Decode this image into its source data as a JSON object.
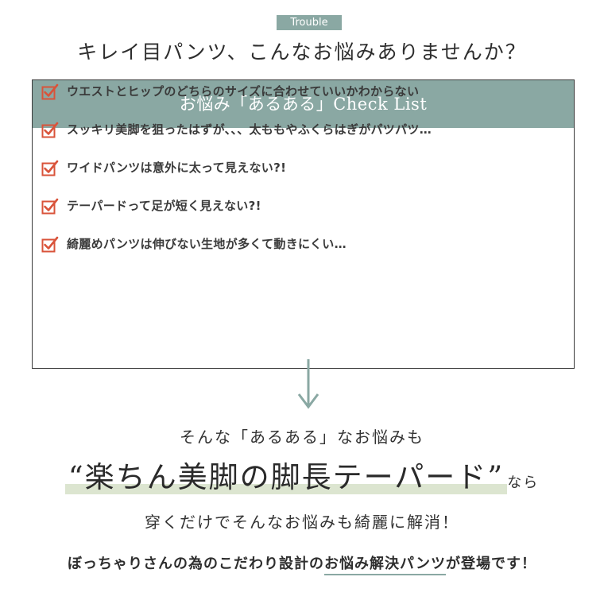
{
  "badge": "Trouble",
  "headline": "キレイ目パンツ、こんなお悩みありませんか？",
  "checklist": {
    "title": "お悩み「あるある」Check List",
    "items": [
      "ウエストとヒップのどちらのサイズに合わせていいかわからない",
      "スッキリ美脚を狙ったはずが、、、太ももやふくらはぎがパツパツ…",
      "ワイドパンツは意外に太って見えない?!",
      "テーパードって足が短く見えない?!",
      "綺麗めパンツは伸びない生地が多くて動きにくい…"
    ]
  },
  "solution": {
    "lead": "そんな「あるある」なお悩みも",
    "product_name": "“楽ちん美脚の脚長テーパード”",
    "product_suffix": "なら",
    "sub": "穿くだけでそんなお悩みも綺麗に解消！",
    "bottom_before": "ぼっちゃりさんの為のこだわり設計の",
    "bottom_highlight": "お悩み解決パンツ",
    "bottom_after": "が登場です！"
  },
  "colors": {
    "accent": "#8aa8a3",
    "check": "#d9533a",
    "highlight": "#dce5d0"
  },
  "icons": {
    "check": "checkbox-checked-icon",
    "arrow": "arrow-down-icon"
  }
}
